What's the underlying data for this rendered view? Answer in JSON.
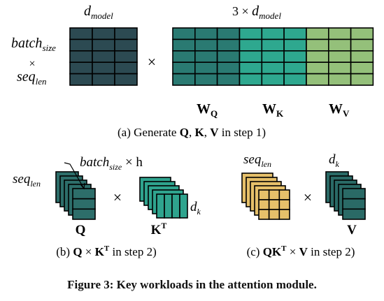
{
  "colors": {
    "input_matrix": "#2c4a52",
    "wq": "#2a7a72",
    "wk": "#2ea88f",
    "wv": "#94c07a",
    "q_block": "#2d6e6a",
    "kt_block": "#2fa48e",
    "qkt_block": "#e6c06a",
    "v_block": "#2a6a66",
    "grid_line": "#000000"
  },
  "step1": {
    "d_model_label": "d",
    "d_model_sub": "model",
    "three_prefix": "3 ×",
    "three_d": "d",
    "three_sub": "model",
    "batch": "batch",
    "batch_sub": "size",
    "times_small": "×",
    "seq": "seq",
    "seq_sub": "len",
    "times": "×",
    "wq_main": "W",
    "wq_sub": "Q",
    "wk_main": "W",
    "wk_sub": "K",
    "wv_main": "W",
    "wv_sub": "V",
    "caption_pre": "(a) Generate ",
    "caption_q": "Q",
    "caption_comma1": ", ",
    "caption_k": "K",
    "caption_comma2": ", ",
    "caption_v": "V",
    "caption_post": " in step 1)"
  },
  "step2b": {
    "seq": "seq",
    "seq_sub": "len",
    "batch": "batch",
    "batch_sub": "size",
    "times_h": " × h",
    "times": "×",
    "dk": "d",
    "dk_sub": "k",
    "q_label": "Q",
    "kt_main": "K",
    "kt_sup": "T",
    "caption_pre": "(b) ",
    "caption_q": "Q",
    "caption_times": " × ",
    "caption_k": "K",
    "caption_sup": "T",
    "caption_post": " in step 2)"
  },
  "step2c": {
    "seq": "seq",
    "seq_sub": "len",
    "dk": "d",
    "dk_sub": "k",
    "times": "×",
    "v_label": "V",
    "caption_pre": "(c) ",
    "caption_qk": "QK",
    "caption_sup": "T",
    "caption_times": "  × ",
    "caption_v": "V",
    "caption_post": " in step 2)"
  },
  "figure_caption": "Figure 3: Key workloads in the attention module."
}
